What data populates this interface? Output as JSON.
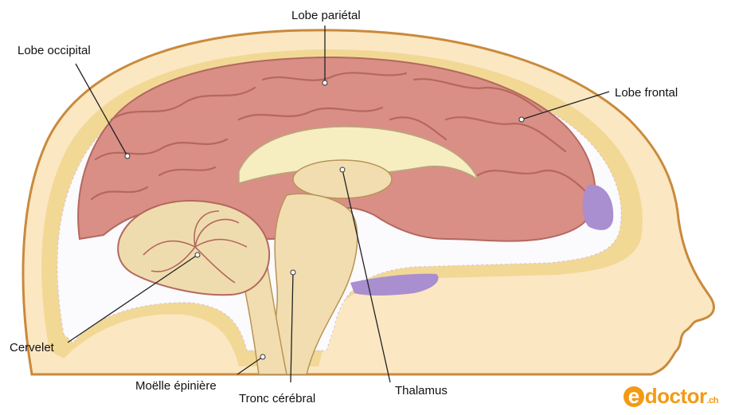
{
  "labels": {
    "parietal": "Lobe pariétal",
    "occipital": "Lobe occipital",
    "frontal": "Lobe frontal",
    "cervelet": "Cervelet",
    "moelle": "Moëlle épinière",
    "tronc": "Tronc cérébral",
    "thalamus": "Thalamus"
  },
  "logo": {
    "e": "e",
    "rest": "doctor",
    "suffix": ".ch"
  },
  "colors": {
    "skin": "#fbe7c2",
    "skin_outline": "#c98a3c",
    "bone": "#f2d895",
    "csf": "#fbfafd",
    "cortex": "#d98f86",
    "cortex_dark": "#b4685e",
    "corpus": "#f6eec0",
    "cerebellum": "#efdcae",
    "stem": "#f1ddb0",
    "sinus": "#a98ed0",
    "logo": "#f39a14"
  }
}
